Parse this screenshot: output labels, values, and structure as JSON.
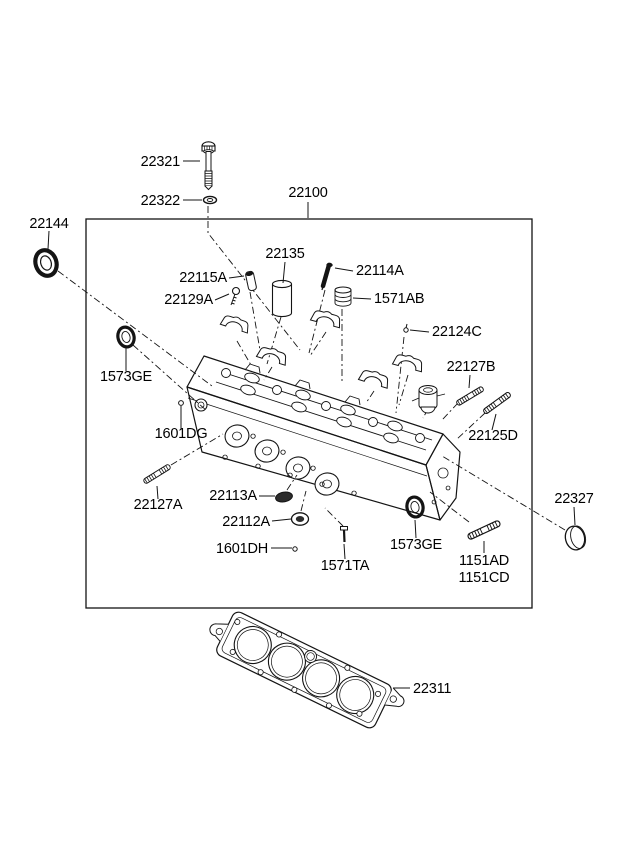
{
  "canvas": {
    "background": "#ffffff",
    "line_color": "#141414"
  },
  "labels": {
    "p22321": "22321",
    "p22322": "22322",
    "p22100": "22100",
    "p22144": "22144",
    "p22135": "22135",
    "p22115a": "22115A",
    "p22129a": "22129A",
    "p22114a": "22114A",
    "p1571ab": "1571AB",
    "p22124c": "22124C",
    "p22127b": "22127B",
    "p1573ge_left": "1573GE",
    "p1601dg": "1601DG",
    "p22125d": "22125D",
    "p22127a": "22127A",
    "p22113a": "22113A",
    "p22112a": "22112A",
    "p1601dh": "1601DH",
    "p1571ta": "1571TA",
    "p1573ge_right": "1573GE",
    "p1151ad": "1151AD",
    "p1151cd": "1151CD",
    "p22327": "22327",
    "p22311": "22311"
  }
}
